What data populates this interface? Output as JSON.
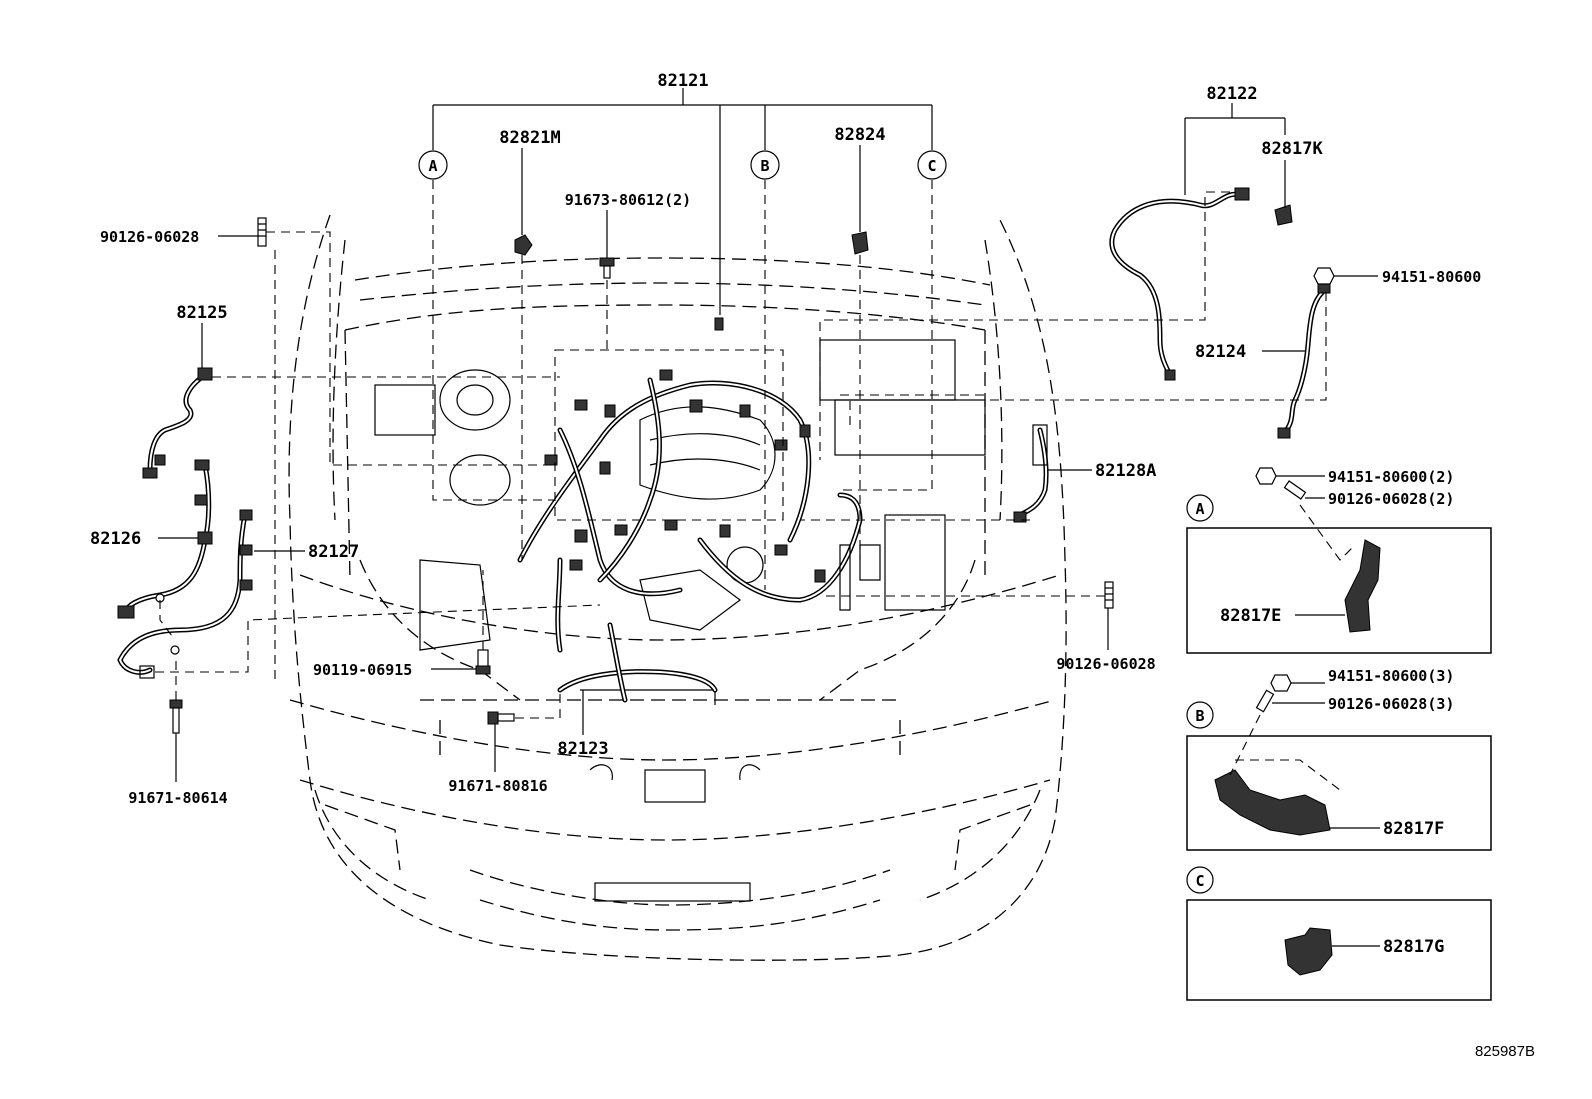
{
  "callouts": {
    "main_harness": "82121",
    "a_821m": "82821M",
    "a_824": "82824",
    "clip_80612": "91673-80612(2)",
    "screw_left": "90126-06028",
    "h_82125": "82125",
    "h_82126": "82126",
    "h_82127": "82127",
    "bolt_06915": "90119-06915",
    "bolt_80614": "91671-80614",
    "bolt_80816": "91671-80816",
    "h_82123": "82123",
    "screw_right": "90126-06028",
    "h_82122": "82122",
    "h_82817k": "82817K",
    "nut_80600": "94151-80600",
    "h_82124": "82124",
    "h_82128a": "82128A",
    "nut_80600_2": "94151-80600(2)",
    "screw_06028_2": "90126-06028(2)",
    "p_82817e": "82817E",
    "nut_80600_3": "94151-80600(3)",
    "screw_06028_3": "90126-06028(3)",
    "p_82817f": "82817F",
    "p_82817g": "82817G"
  },
  "refs": {
    "a": "A",
    "b": "B",
    "c": "C"
  },
  "footer": {
    "code": "825987B"
  }
}
